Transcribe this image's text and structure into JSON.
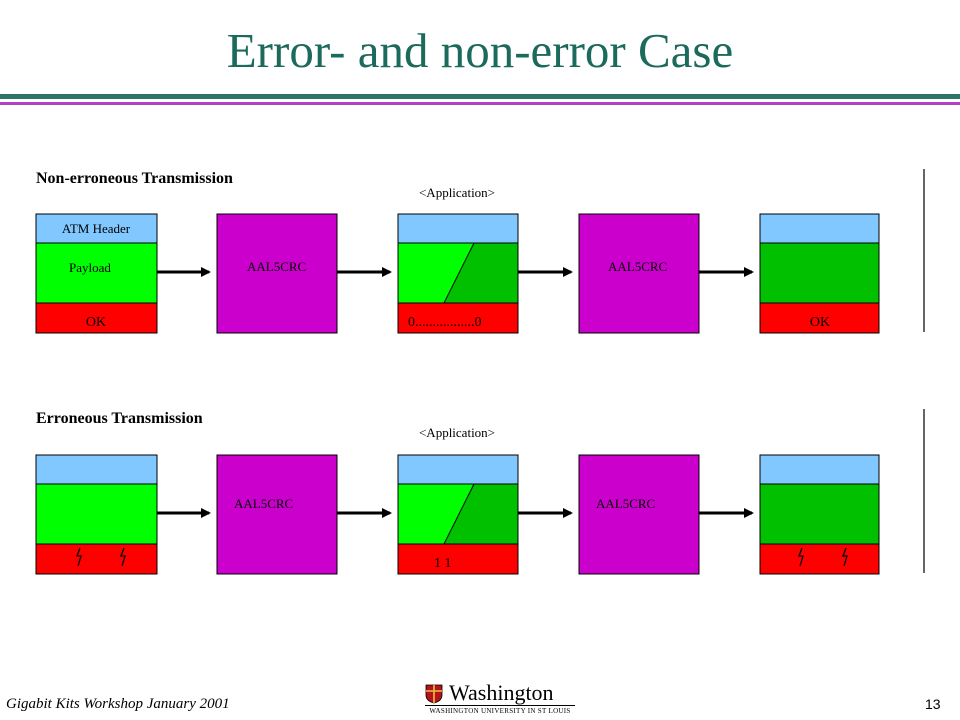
{
  "slide": {
    "title": "Error- and non-error Case",
    "footer_left": "Gigabit Kits Workshop January 2001",
    "logo_word": "Washington",
    "logo_sub": "WASHINGTON UNIVERSITY IN ST LOUIS",
    "page_number": "13"
  },
  "colors": {
    "header_blue": "#80c8ff",
    "payload_green": "#00ff00",
    "dark_green": "#00c000",
    "status_red": "#ff0000",
    "crc_magenta": "#cc00cc",
    "title_teal": "#1b6a5b"
  },
  "diagram": {
    "rows": [
      {
        "heading": "Non-erroneous Transmission",
        "app_label": "<Application>",
        "source": {
          "header_label": "ATM Header",
          "payload_label": "Payload",
          "status_label": "OK"
        },
        "crc_1_label": "AAL5CRC",
        "middle_status_label": "0.................0",
        "crc_2_label": "AAL5CRC",
        "dest_status_label": "OK",
        "error_marks": false
      },
      {
        "heading": "Erroneous Transmission",
        "app_label": "<Application>",
        "source": {
          "header_label": "",
          "payload_label": "",
          "status_label": ""
        },
        "crc_1_label": "AAL5CRC",
        "middle_status_label": "1          1",
        "crc_2_label": "AAL5CRC",
        "dest_status_label": "",
        "error_marks": true
      }
    ]
  }
}
